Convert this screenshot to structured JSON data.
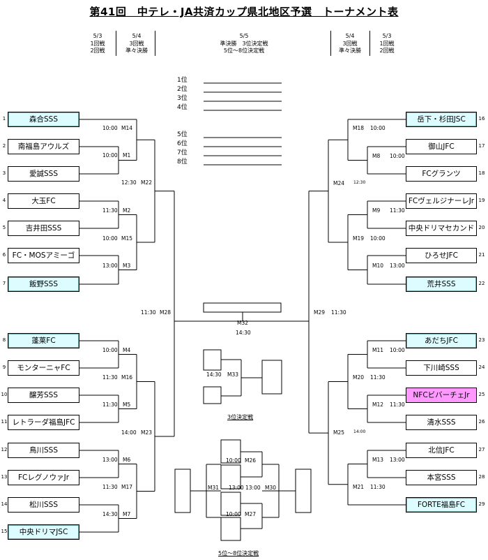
{
  "title": "第41回　中テレ・JA共済カップ県北地区予選　トーナメント表",
  "headers": {
    "left_r1": [
      "5/3",
      "1回戦",
      "2回戦"
    ],
    "left_r3": [
      "5/4",
      "3回戦",
      "準々決勝"
    ],
    "center": [
      "5/5",
      "準決勝　3位決定戦",
      "5位～8位決定戦"
    ],
    "right_r3": [
      "5/4",
      "3回戦",
      "準々決勝"
    ],
    "right_r1": [
      "5/3",
      "1回戦",
      "2回戦"
    ]
  },
  "rankings": [
    "1位",
    "2位",
    "3位",
    "4位",
    "5位",
    "6位",
    "7位",
    "8位"
  ],
  "left_teams": [
    {
      "no": "1",
      "name": "森合SSS",
      "highlight": "cyan"
    },
    {
      "no": "2",
      "name": "南福島アウルズ",
      "highlight": ""
    },
    {
      "no": "3",
      "name": "愛誠SSS",
      "highlight": ""
    },
    {
      "no": "4",
      "name": "大玉FC",
      "highlight": ""
    },
    {
      "no": "5",
      "name": "吉井田SSS",
      "highlight": ""
    },
    {
      "no": "6",
      "name": "FC・MOSアミーゴ",
      "highlight": ""
    },
    {
      "no": "7",
      "name": "飯野SSS",
      "highlight": "cyan"
    },
    {
      "no": "8",
      "name": "蓬莱FC",
      "highlight": "cyan"
    },
    {
      "no": "9",
      "name": "モンターニャFC",
      "highlight": ""
    },
    {
      "no": "10",
      "name": "醸芳SSS",
      "highlight": ""
    },
    {
      "no": "11",
      "name": "レトラーダ福島JFC",
      "highlight": ""
    },
    {
      "no": "12",
      "name": "鳥川SSS",
      "highlight": ""
    },
    {
      "no": "13",
      "name": "FCレグノウァJr",
      "highlight": ""
    },
    {
      "no": "14",
      "name": "松川SSS",
      "highlight": ""
    },
    {
      "no": "15",
      "name": "中央ドリマJSC",
      "highlight": "cyan"
    }
  ],
  "right_teams": [
    {
      "no": "16",
      "name": "岳下・杉田JSC",
      "highlight": "cyan"
    },
    {
      "no": "17",
      "name": "御山JFC",
      "highlight": ""
    },
    {
      "no": "18",
      "name": "FCグランツ",
      "highlight": ""
    },
    {
      "no": "19",
      "name": "FCヴェルジナーレJr",
      "highlight": ""
    },
    {
      "no": "20",
      "name": "中央ドリマセカンド",
      "highlight": ""
    },
    {
      "no": "21",
      "name": "ひろせJFC",
      "highlight": ""
    },
    {
      "no": "22",
      "name": "荒井SSS",
      "highlight": "cyan"
    },
    {
      "no": "23",
      "name": "あだちJFC",
      "highlight": "cyan"
    },
    {
      "no": "24",
      "name": "下川崎SSS",
      "highlight": ""
    },
    {
      "no": "25",
      "name": "NFCビバーチェJr",
      "highlight": "pink"
    },
    {
      "no": "26",
      "name": "清水SSS",
      "highlight": ""
    },
    {
      "no": "27",
      "name": "北信JFC",
      "highlight": ""
    },
    {
      "no": "28",
      "name": "本宮SSS",
      "highlight": ""
    },
    {
      "no": "29",
      "name": "FORTE福島FC",
      "highlight": "cyan"
    }
  ],
  "matches": [
    {
      "id": "M14",
      "time": "10:00"
    },
    {
      "id": "M1",
      "time": "10:00"
    },
    {
      "id": "M22",
      "time": "12:30"
    },
    {
      "id": "M2",
      "time": "11:30"
    },
    {
      "id": "M15",
      "time": "10:00"
    },
    {
      "id": "M3",
      "time": "13:00"
    },
    {
      "id": "M28",
      "time": "11:30"
    },
    {
      "id": "M4",
      "time": "10:00"
    },
    {
      "id": "M16",
      "time": "11:30"
    },
    {
      "id": "M5",
      "time": "11:30"
    },
    {
      "id": "M23",
      "time": "14:00"
    },
    {
      "id": "M6",
      "time": "13:00"
    },
    {
      "id": "M17",
      "time": "11:30"
    },
    {
      "id": "M7",
      "time": "14:30"
    },
    {
      "id": "M18",
      "time": "10:00"
    },
    {
      "id": "M8",
      "time": "10:00"
    },
    {
      "id": "M24",
      "time": "12:30"
    },
    {
      "id": "M9",
      "time": "11:30"
    },
    {
      "id": "M19",
      "time": "10:00"
    },
    {
      "id": "M10",
      "time": "13:00"
    },
    {
      "id": "M29",
      "time": "11:30"
    },
    {
      "id": "M11",
      "time": "10:00"
    },
    {
      "id": "M20",
      "time": "11:30"
    },
    {
      "id": "M12",
      "time": "11:30"
    },
    {
      "id": "M25",
      "time": "14:00"
    },
    {
      "id": "M13",
      "time": "13:00"
    },
    {
      "id": "M21",
      "time": "11:30"
    },
    {
      "id": "M32",
      "time": "14:30"
    },
    {
      "id": "M33",
      "time": "14:30"
    },
    {
      "id": "M26",
      "time": "10:00"
    },
    {
      "id": "M27",
      "time": "10:00"
    },
    {
      "id": "M31",
      "time": "13:00"
    },
    {
      "id": "M30",
      "time": "13:00"
    }
  ],
  "sections": {
    "third_place": "3位決定戦",
    "fifth_eighth": "5位～8位決定戦"
  },
  "colors": {
    "highlight_cyan": "#ddfcff",
    "highlight_pink": "#ff99ff"
  }
}
